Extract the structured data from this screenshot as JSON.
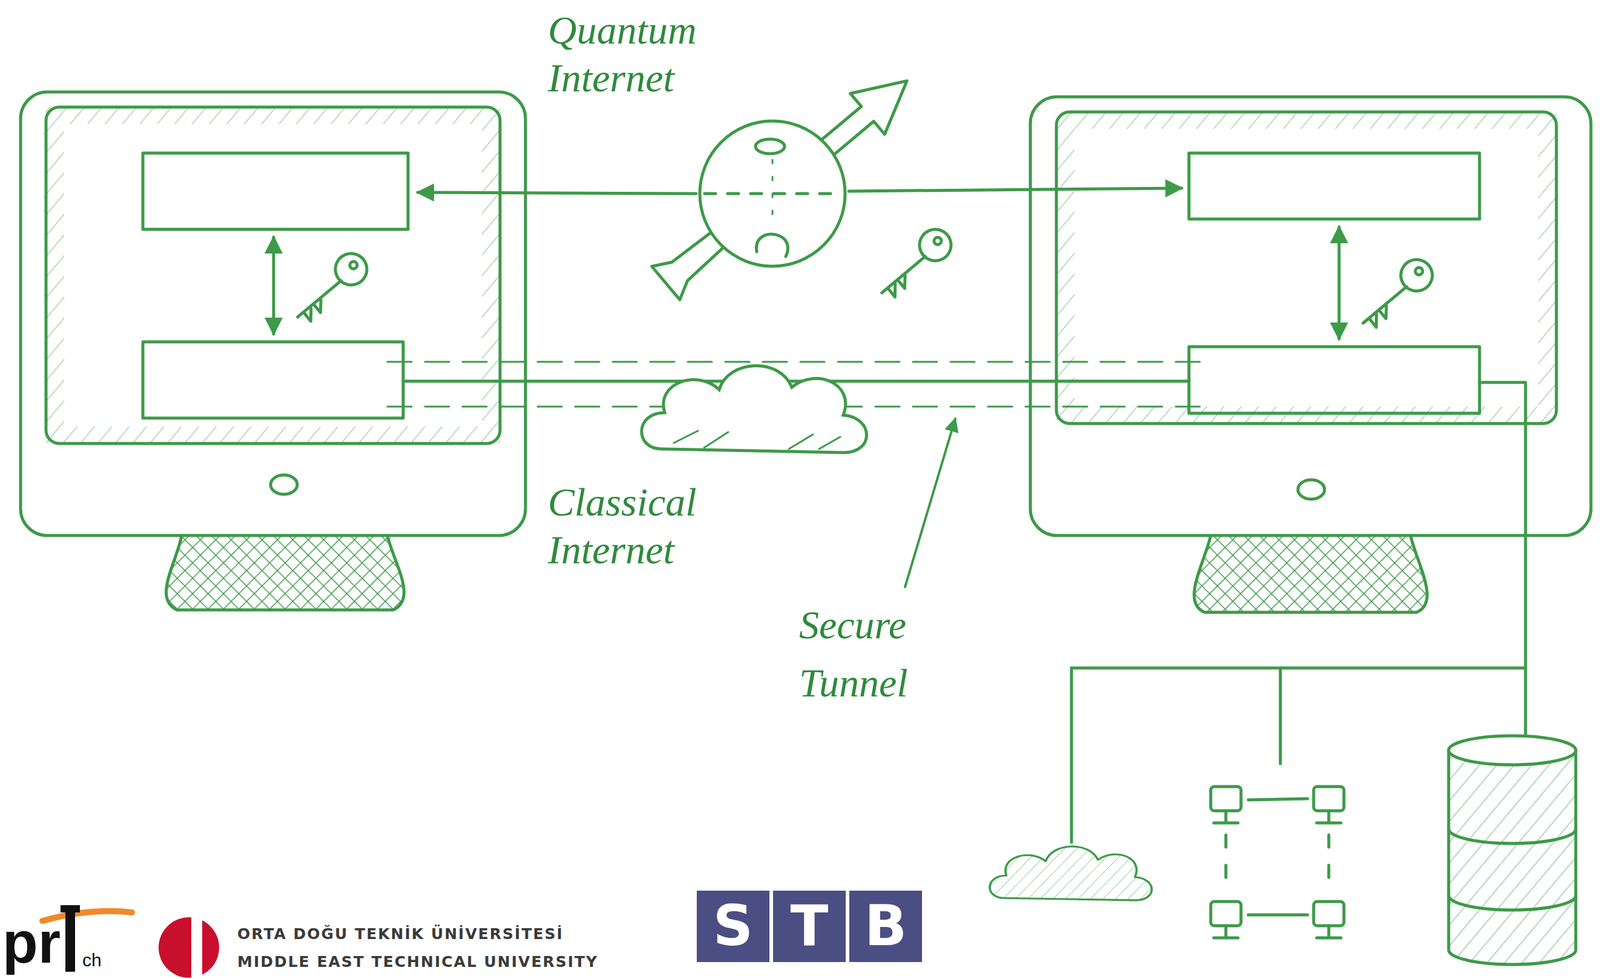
{
  "diagram": {
    "nodes": [
      {
        "text": [
          "Quantum Internet"
        ]
      },
      {
        "text": [
          "Classical Internet"
        ]
      }
    ],
    "labels": [
      "Secure Tunnel",
      "pr",
      "ch",
      "ORTA DOĞU TEKNİK ÜNİVERSİTESİ",
      "MIDDLE EAST TECHNICAL UNIVERSITY",
      "S",
      "T",
      "B"
    ]
  }
}
